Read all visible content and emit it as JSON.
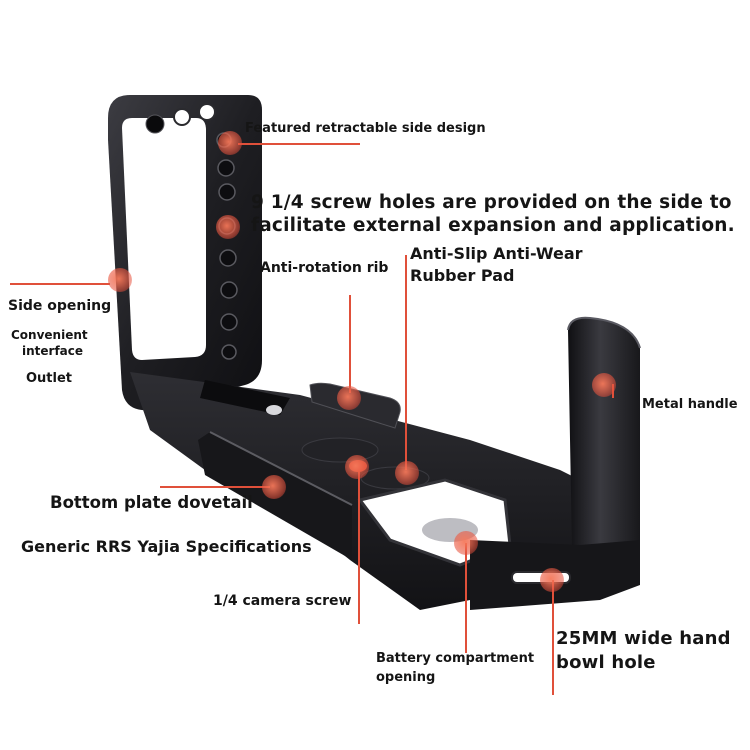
{
  "annotations": {
    "side_design": "Featured retractable side design",
    "screw_holes_line1": "9 1/4 screw holes are provided on the side to",
    "screw_holes_line2": "facilitate external expansion and application.",
    "anti_rotation": "Anti-rotation rib",
    "rubber_pad_line1": "Anti-Slip Anti-Wear",
    "rubber_pad_line2": "Rubber Pad",
    "side_opening": "Side opening",
    "convenient_line1": "Convenient",
    "convenient_line2": "interface",
    "outlet": "Outlet",
    "metal_handle": "Metal handle",
    "dovetail": "Bottom plate dovetail",
    "rrs_spec": "Generic RRS Yajia Specifications",
    "camera_screw": "1/4 camera screw",
    "battery_line1": "Battery compartment",
    "battery_line2": "opening",
    "hand_hole_line1": "25MM wide hand",
    "hand_hole_line2": "bowl hole"
  },
  "colors": {
    "marker": "#e0503a",
    "metal_dark": "#1b1b1e",
    "metal_mid": "#2c2c30",
    "metal_light": "#4a4a50"
  }
}
